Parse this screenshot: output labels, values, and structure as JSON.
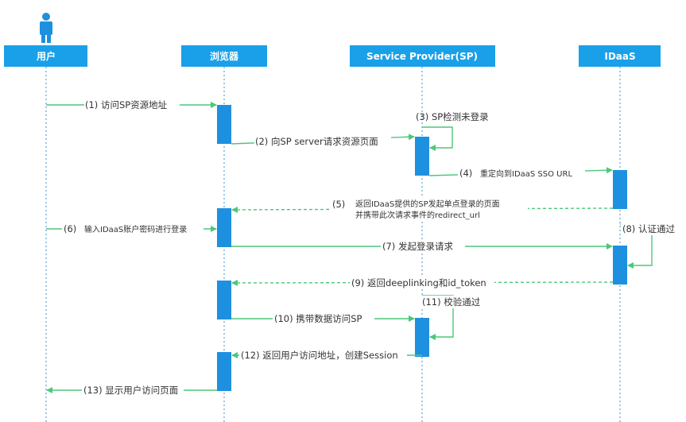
{
  "participants": [
    {
      "id": "user",
      "label": "用户"
    },
    {
      "id": "browser",
      "label": "浏览器"
    },
    {
      "id": "sp",
      "label": "Service Provider(SP)"
    },
    {
      "id": "idaas",
      "label": "IDaaS"
    }
  ],
  "messages": {
    "m1": "(1) 访问SP资源地址",
    "m2": "(2) 向SP server请求资源页面",
    "m3": "(3) SP检测未登录",
    "m4_num": "(4)",
    "m4": "重定向到IDaaS SSO URL",
    "m5_num": "(5)",
    "m5_line1": "返回IDaaS提供的SP发起单点登录的页面",
    "m5_line2": "并携带此次请求事件的redirect_url",
    "m6_num": "(6)",
    "m6": "输入IDaaS账户密码进行登录",
    "m7": "(7) 发起登录请求",
    "m8": "(8) 认证通过",
    "m9": "(9) 返回deeplinking和id_token",
    "m10": "(10) 携带数据访问SP",
    "m11": "(11) 校验通过",
    "m12": "(12) 返回用户访问地址，创建Session",
    "m13": "(13) 显示用户访问页面"
  },
  "colors": {
    "header": "#1aa0e8",
    "activation": "#1e90e0",
    "arrow": "#4cc77a",
    "lifeline": "#3b8fd6"
  },
  "icons": {
    "actor": "person-icon"
  }
}
